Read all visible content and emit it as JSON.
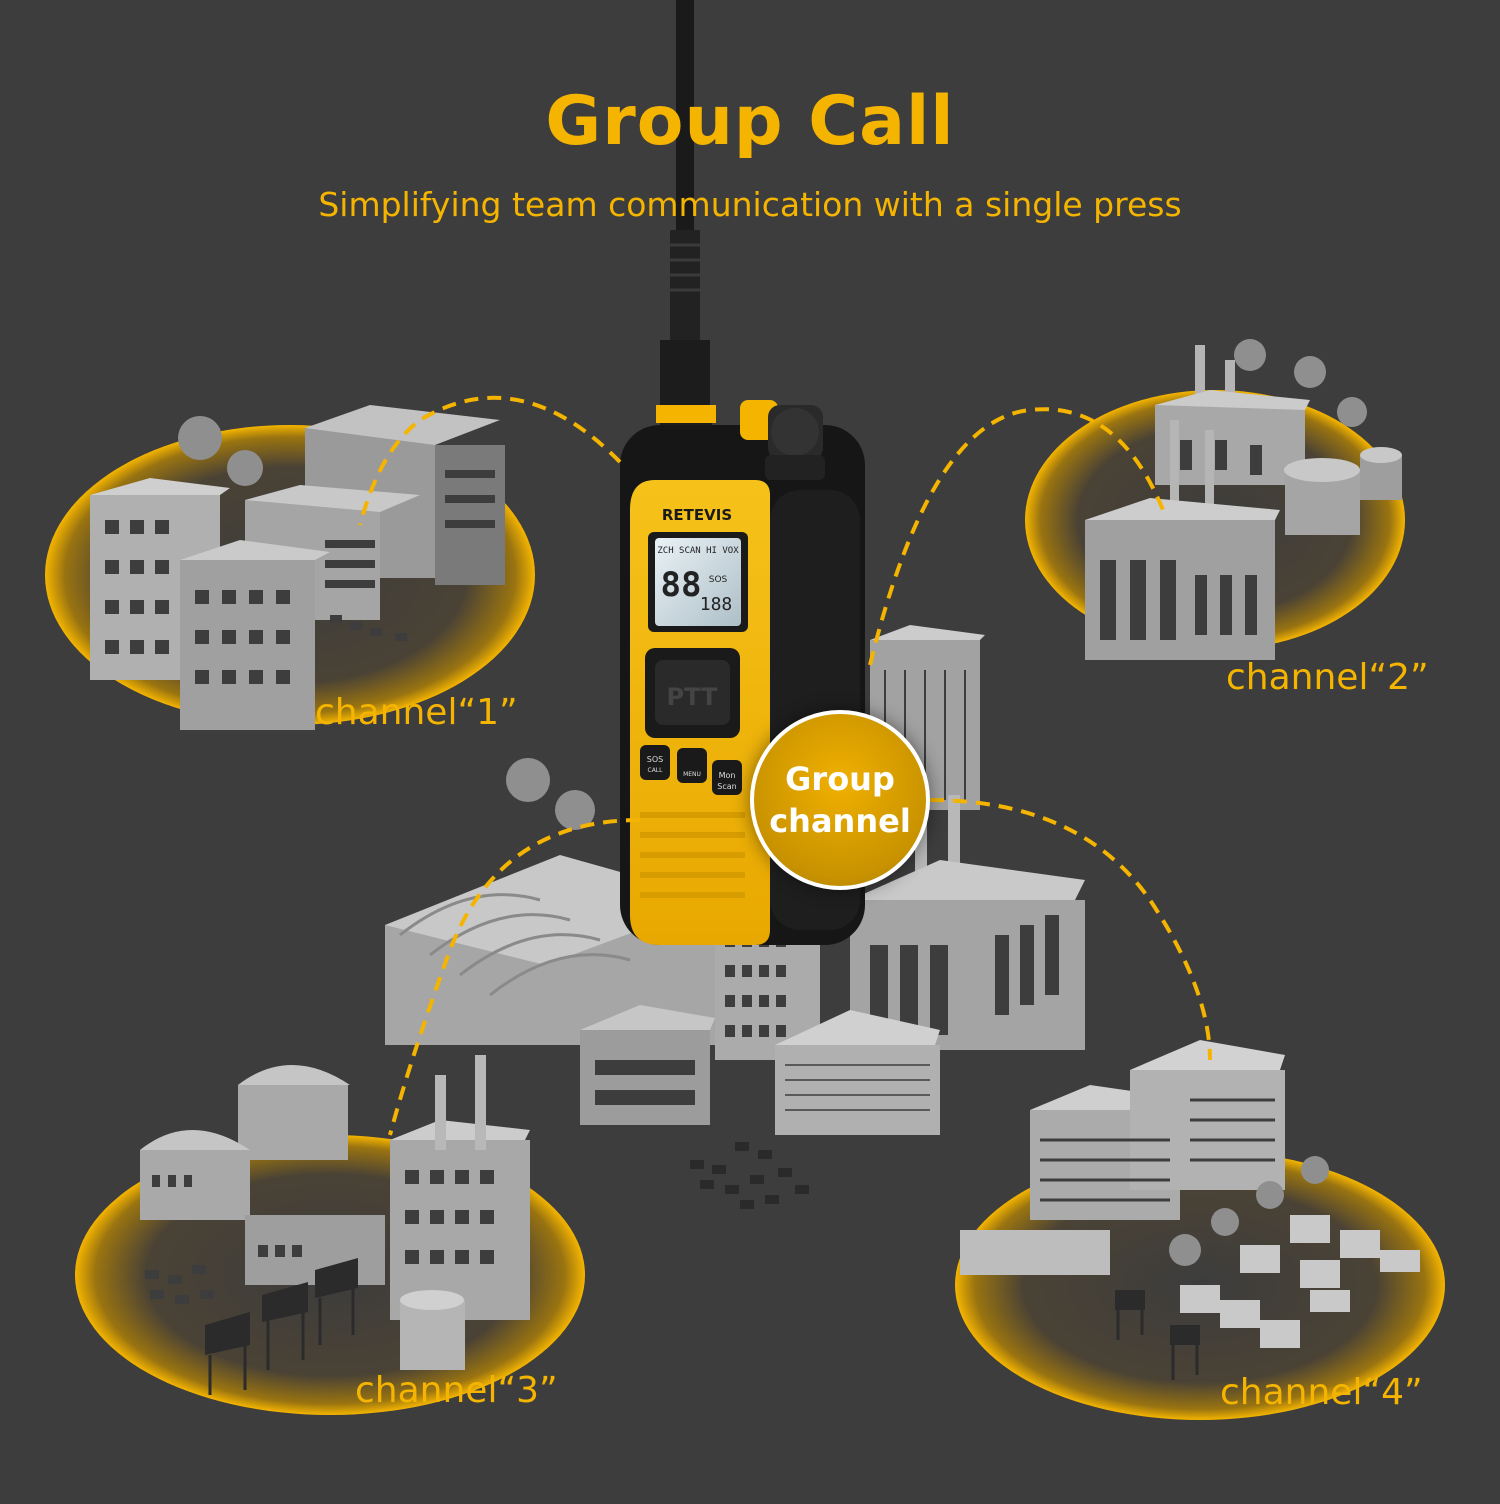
{
  "header": {
    "title": "Group Call",
    "subtitle": "Simplifying team communication with a single press"
  },
  "radio": {
    "brand": "RETEVIS",
    "display_top": "ZCH SCAN HI VOX",
    "display_main": "88",
    "display_sos": "SOS",
    "display_sub": "188",
    "ptt": "PTT",
    "btn_sos_line1": "SOS",
    "btn_sos_line2": "CALL",
    "btn_menu": "MENU",
    "btn_mon_line1": "Mon",
    "btn_mon_line2": "Scan"
  },
  "group": {
    "line1": "Group",
    "line2": "channel"
  },
  "channels": [
    {
      "label": "channel“1”"
    },
    {
      "label": "channel“2”"
    },
    {
      "label": "channel“3”"
    },
    {
      "label": "channel“4”"
    }
  ],
  "colors": {
    "accent": "#f4b400",
    "background": "#3d3d3d",
    "building": "#9a9a9a"
  }
}
